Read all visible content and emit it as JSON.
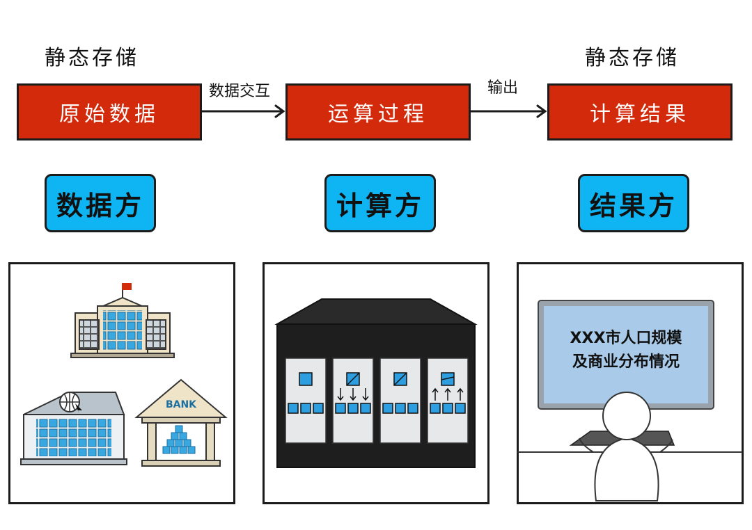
{
  "top_labels": {
    "left": "静态存储",
    "right": "静态存储"
  },
  "flow": {
    "nodes": [
      "原始数据",
      "运算过程",
      "计算结果"
    ],
    "edges": [
      "数据交互",
      "输出"
    ]
  },
  "roles": [
    "数据方",
    "计算方",
    "结果方"
  ],
  "bank_sign": "BANK",
  "screen": {
    "line1": "XXX市人口规模",
    "line2": "及商业分布情况"
  },
  "colors": {
    "node_red": "#d42a0c",
    "role_blue": "#0fb5f2",
    "cube_blue": "#3aa8e0"
  }
}
